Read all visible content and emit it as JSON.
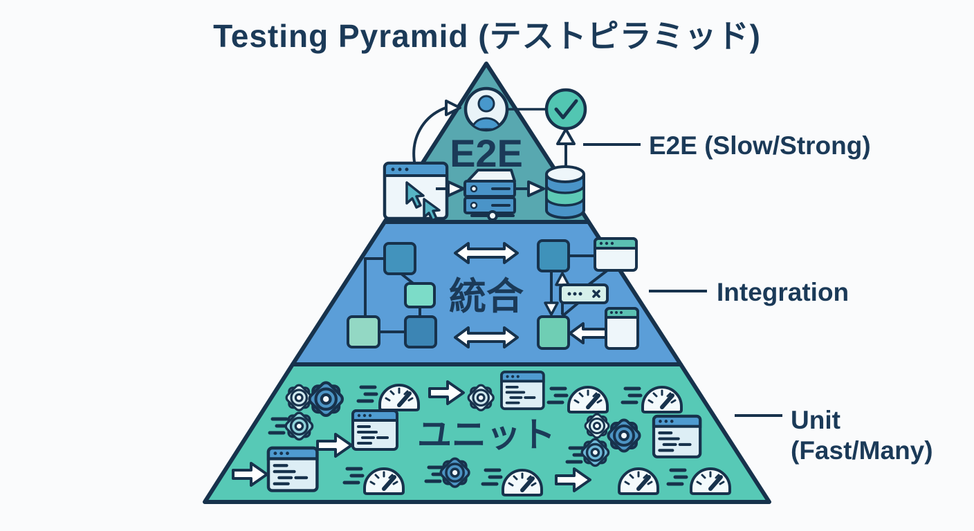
{
  "title": "Testing Pyramid (テストピラミッド)",
  "layers": [
    {
      "name": "e2e",
      "label": "E2E",
      "annotation": "E2E (Slow/Strong)",
      "color": "#58a8b0"
    },
    {
      "name": "integration",
      "label": "統合",
      "annotation": "Integration",
      "color": "#5b9ed8"
    },
    {
      "name": "unit",
      "label": "ユニット",
      "annotation_lines": [
        "Unit",
        "(Fast/Many)"
      ],
      "color": "#57c9b6"
    }
  ],
  "colors": {
    "outline": "#17324c",
    "heading_text": "#1b3a58",
    "annotation_text": "#1b3a58",
    "background": "#fafbfc",
    "window_blue": "#4f9bd0",
    "window_teal": "#5bc0b2",
    "icon_light": "#eef6fa",
    "check_green": "#52c6b2",
    "database_band_green": "#5ecab6",
    "gear_blue": "#4d94c4",
    "square_teal_light": "#7cdcc8",
    "square_green": "#6fceb4"
  },
  "icons": {
    "top": [
      "curved-arrow-icon",
      "avatar-icon",
      "check-icon",
      "up-arrow-icon"
    ],
    "e2e_row": [
      "browser-cursor-icon",
      "arrow-icon",
      "server-icon",
      "arrow-icon",
      "database-icon"
    ],
    "integration": [
      "flowchart-squares-icon",
      "double-arrow-icon",
      "window-icon",
      "alert-bar-icon",
      "up-down-arrows-icon"
    ],
    "unit": [
      "gear-icon",
      "speedometer-icon",
      "code-window-icon",
      "block-arrow-icon",
      "speed-lines-icon"
    ]
  }
}
